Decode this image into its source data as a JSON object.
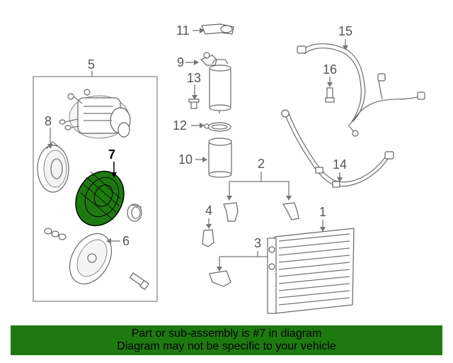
{
  "diagram": {
    "callouts": [
      "1",
      "2",
      "3",
      "4",
      "5",
      "6",
      "7",
      "8",
      "9",
      "10",
      "11",
      "12",
      "13",
      "14",
      "15",
      "16"
    ],
    "highlighted_part": "7",
    "highlight_color": "#1e7a10",
    "box_border_color": "#888888"
  },
  "banner": {
    "line1": "Part or sub-assembly is #7 in diagram",
    "line2": "Diagram may not be specific to your vehicle",
    "background": "#1e7a10"
  }
}
